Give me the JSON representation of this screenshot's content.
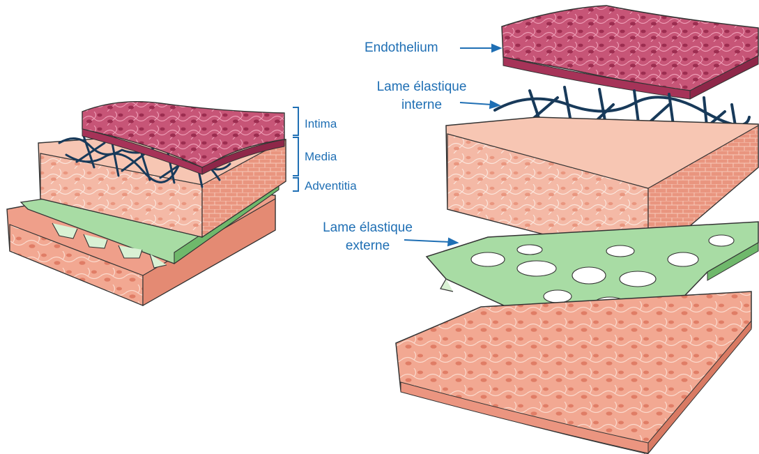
{
  "colors": {
    "label": "#1f6fb4",
    "intima": "#c14a6e",
    "media": "#f6c6b4",
    "adventitia": "#ee9a86",
    "elastic_internal": "#183a5a",
    "elastic_external": "#8fcf8f"
  },
  "left_diagram": {
    "brackets": [
      {
        "label": "Intima"
      },
      {
        "label": "Media"
      },
      {
        "label": "Adventitia"
      }
    ]
  },
  "right_diagram": {
    "callouts": {
      "endothelium": "Endothelium",
      "internal_elastic_line1": "Lame élastique",
      "internal_elastic_line2": "interne",
      "external_elastic_line1": "Lame élastique",
      "external_elastic_line2": "externe"
    }
  }
}
